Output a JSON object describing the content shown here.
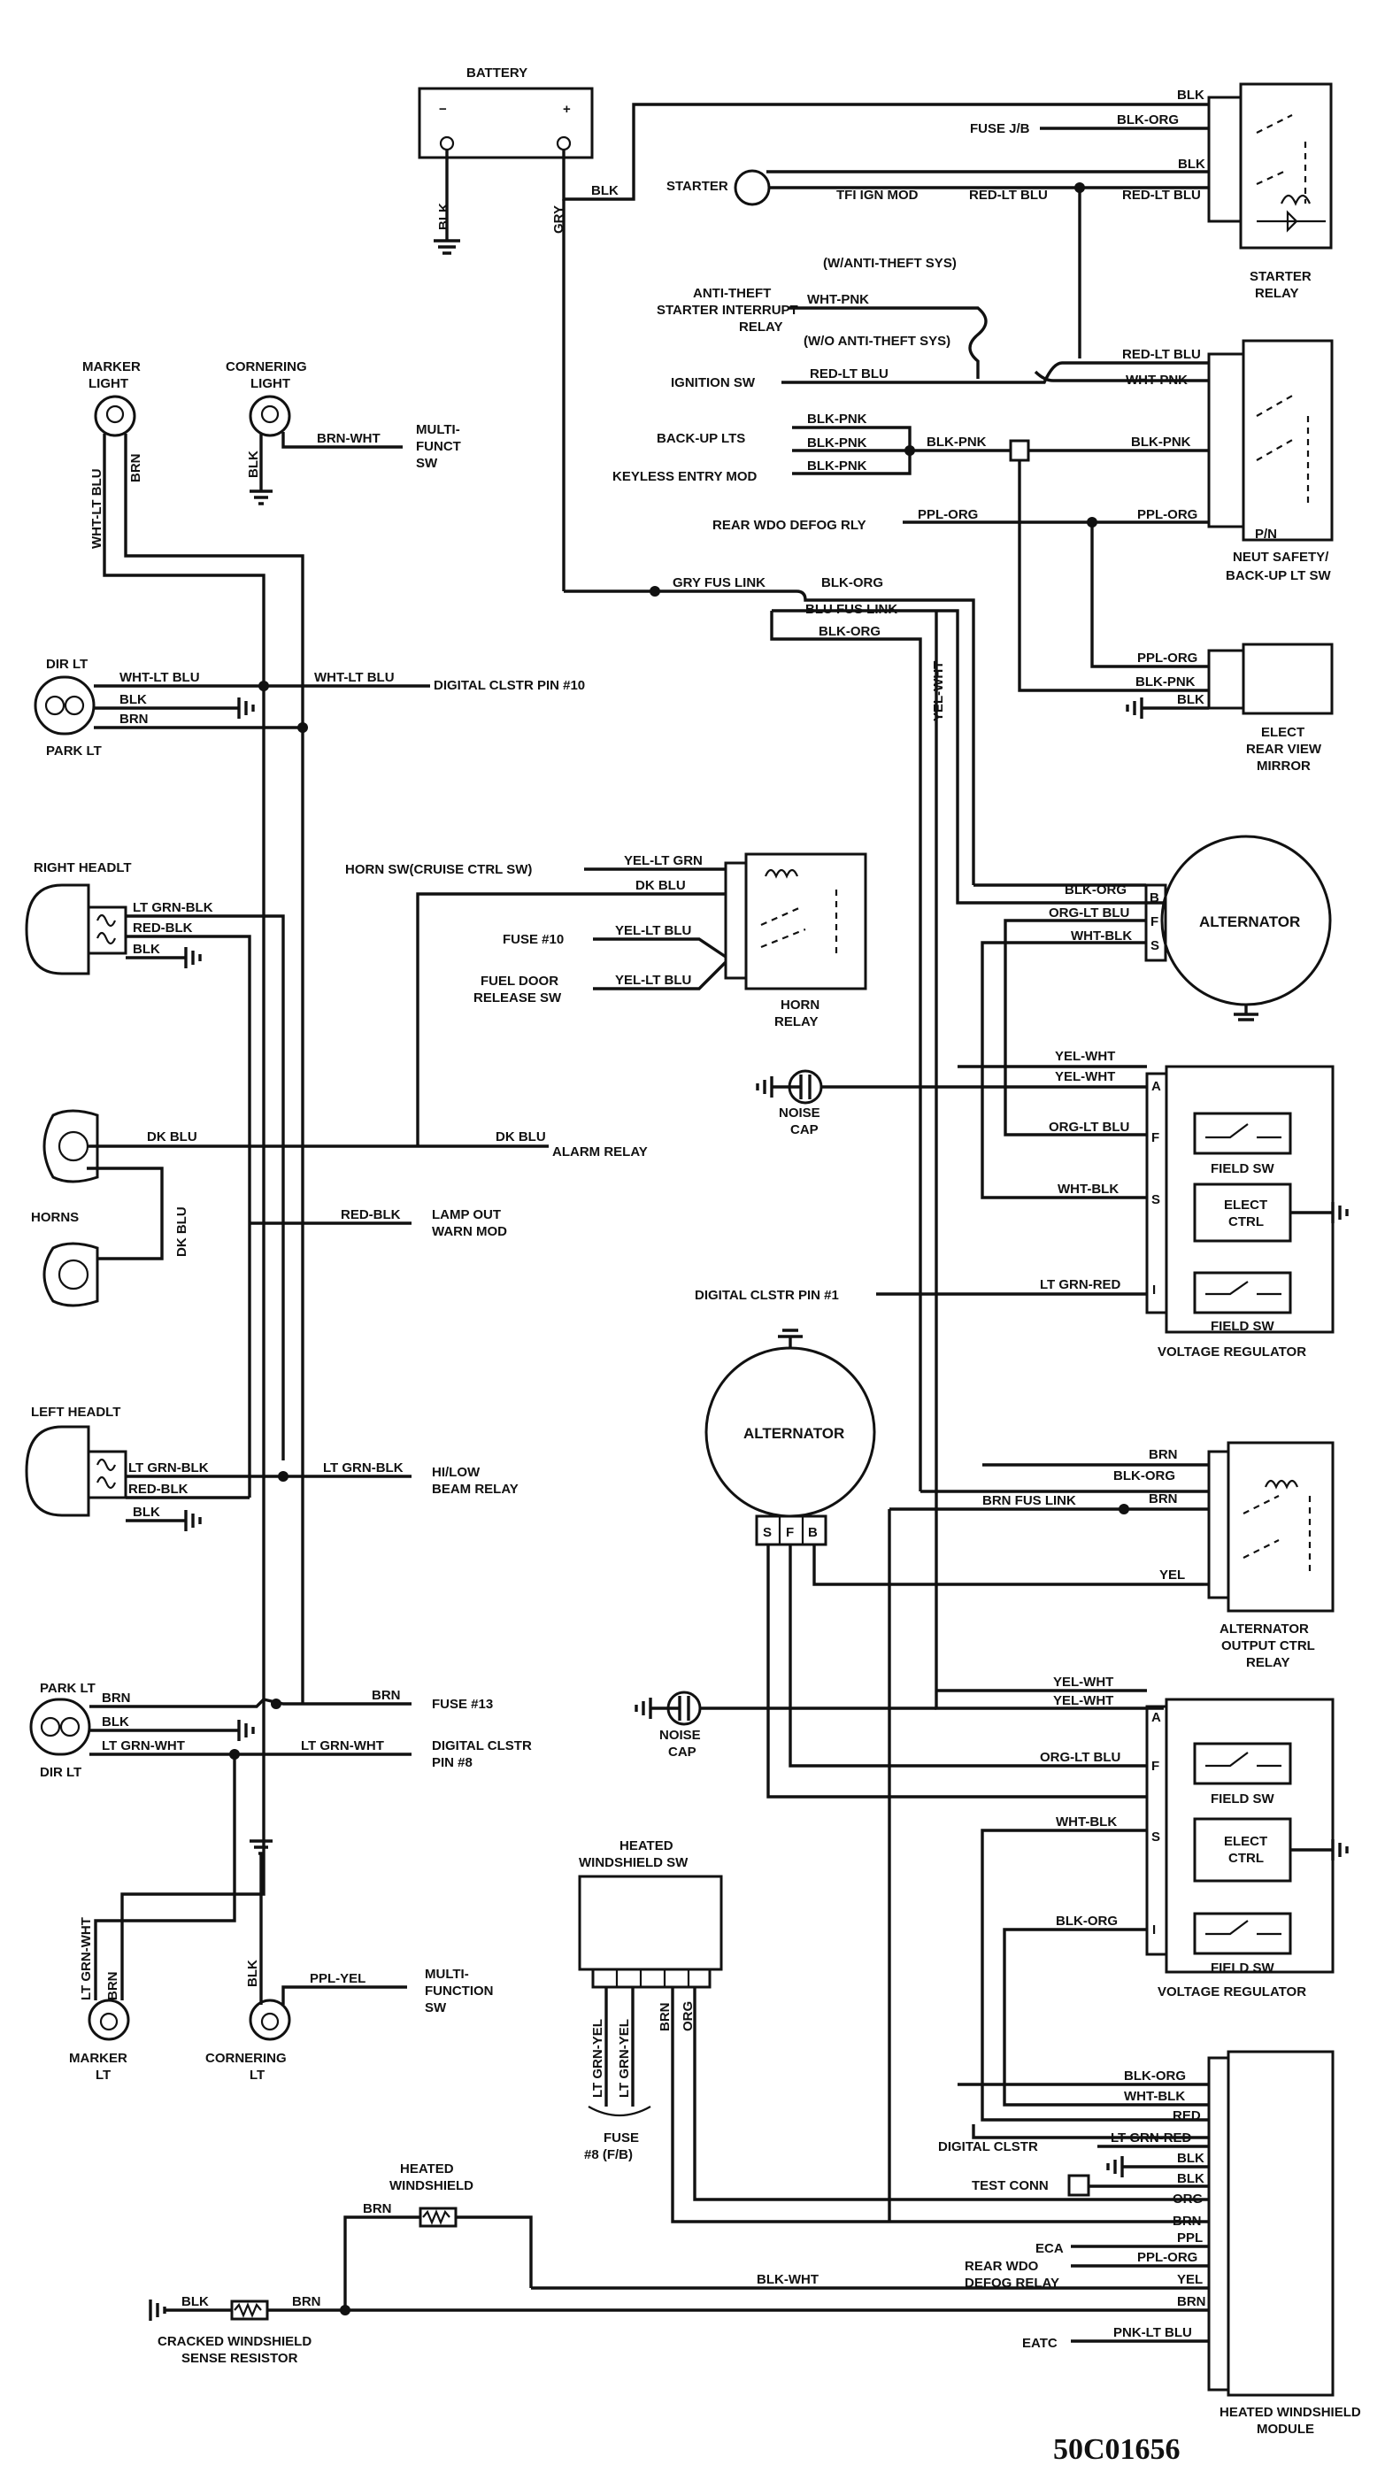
{
  "doc_code": "50C01656",
  "components": {
    "battery": "BATTERY",
    "starter": "STARTER",
    "starter_relay": [
      "STARTER",
      "RELAY"
    ],
    "fuse_jb": "FUSE J/B",
    "tfi_ign_mod": "TFI IGN MOD",
    "anti_theft_opt": "(W/ANTI-THEFT SYS)",
    "no_anti_theft_opt": "(W/O ANTI-THEFT SYS)",
    "anti_theft_relay": [
      "ANTI-THEFT",
      "STARTER INTERRUPT",
      "RELAY"
    ],
    "ignition_sw": "IGNITION SW",
    "backup_lts": "BACK-UP LTS",
    "keyless_entry": "KEYLESS ENTRY MOD",
    "rear_wdo_defog_rly": "REAR WDO DEFOG RLY",
    "neut_safety": [
      "NEUT SAFETY/",
      "BACK-UP LT SW"
    ],
    "pn_label": "P/N",
    "gry_fus_link": "GRY FUS LINK",
    "blu_fus_link": "BLU FUS LINK",
    "elect_mirror": [
      "ELECT",
      "REAR VIEW",
      "MIRROR"
    ],
    "marker_light": [
      "MARKER",
      "LIGHT"
    ],
    "cornering_light": [
      "CORNERING",
      "LIGHT"
    ],
    "multi_funct_sw": [
      "MULTI-",
      "FUNCT",
      "SW"
    ],
    "dir_lt": "DIR LT",
    "park_lt": "PARK LT",
    "digital_clstr_10": "DIGITAL CLSTR PIN #10",
    "right_headlt": "RIGHT HEADLT",
    "horn_sw": "HORN SW(CRUISE CTRL SW)",
    "fuse_10": "FUSE #10",
    "fuel_door": [
      "FUEL DOOR",
      "RELEASE SW"
    ],
    "horn_relay": [
      "HORN",
      "RELAY"
    ],
    "alternator": "ALTERNATOR",
    "noise_cap": [
      "NOISE",
      "CAP"
    ],
    "alarm_relay": "ALARM RELAY",
    "horns": "HORNS",
    "lamp_out": [
      "LAMP OUT",
      "WARN MOD"
    ],
    "field_sw": "FIELD SW",
    "elect_ctrl": [
      "ELECT",
      "CTRL"
    ],
    "digital_clstr_1": "DIGITAL CLSTR PIN #1",
    "voltage_regulator": "VOLTAGE REGULATOR",
    "left_headlt": "LEFT HEADLT",
    "hi_low": [
      "HI/LOW",
      "BEAM RELAY"
    ],
    "brn_fus_link": "BRN FUS LINK",
    "alt_output_relay": [
      "ALTERNATOR",
      "OUTPUT CTRL",
      "RELAY"
    ],
    "fuse_13": "FUSE #13",
    "digital_clstr_8": [
      "DIGITAL CLSTR",
      "PIN #8"
    ],
    "heated_ws_sw": [
      "HEATED",
      "WINDSHIELD SW"
    ],
    "marker_lt": [
      "MARKER",
      "LT"
    ],
    "cornering_lt": [
      "CORNERING",
      "LT"
    ],
    "multi_function_sw": [
      "MULTI-",
      "FUNCTION",
      "SW"
    ],
    "fuse_8": [
      "FUSE",
      "#8 (F/B)"
    ],
    "digital_clstr": "DIGITAL CLSTR",
    "test_conn": "TEST CONN",
    "heated_windshield": [
      "HEATED",
      "WINDSHIELD"
    ],
    "cracked_ws": [
      "CRACKED WINDSHIELD",
      "SENSE RESISTOR"
    ],
    "eca": "ECA",
    "rear_wdo_defog_relay": [
      "REAR WDO",
      "DEFOG RELAY"
    ],
    "eatc": "EATC",
    "heated_ws_module": [
      "HEATED WINDSHIELD",
      "MODULE"
    ]
  },
  "wires": {
    "blk": "BLK",
    "blk_org": "BLK-ORG",
    "red_lt_blu": "RED-LT BLU",
    "gry": "GRY",
    "wht_pnk": "WHT-PNK",
    "blk_pnk": "BLK-PNK",
    "ppl_org": "PPL-ORG",
    "yel_wht": "YEL-WHT",
    "wht_lt_blu": "WHT-LT BLU",
    "brn": "BRN",
    "brn_wht": "BRN-WHT",
    "lt_grn_blk": "LT GRN-BLK",
    "red_blk": "RED-BLK",
    "yel_lt_grn": "YEL-LT GRN",
    "dk_blu": "DK BLU",
    "yel_lt_blu": "YEL-LT BLU",
    "org_lt_blu": "ORG-LT BLU",
    "wht_blk": "WHT-BLK",
    "lt_grn_red": "LT GRN-RED",
    "yel": "YEL",
    "lt_grn_wht": "LT GRN-WHT",
    "ppl_yel": "PPL-YEL",
    "lt_grn_yel": "LT GRN-YEL",
    "org": "ORG",
    "red": "RED",
    "ppl": "PPL",
    "blk_wht": "BLK-WHT",
    "pnk_lt_blu": "PNK-LT BLU"
  },
  "terminals": {
    "a": "A",
    "b": "B",
    "f": "F",
    "s": "S",
    "i": "I"
  }
}
